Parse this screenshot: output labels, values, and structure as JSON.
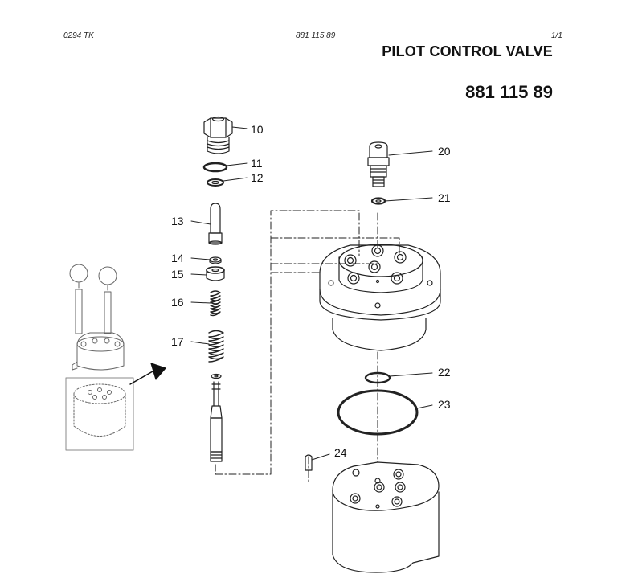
{
  "header": {
    "left": "0294  TK",
    "center": "881 115 89",
    "right": "1/1"
  },
  "title": "PILOT CONTROL VALVE",
  "part_number": "881 115 89",
  "callouts": [
    "10",
    "11",
    "12",
    "13",
    "14",
    "15",
    "16",
    "17",
    "20",
    "21",
    "22",
    "23",
    "24"
  ]
}
